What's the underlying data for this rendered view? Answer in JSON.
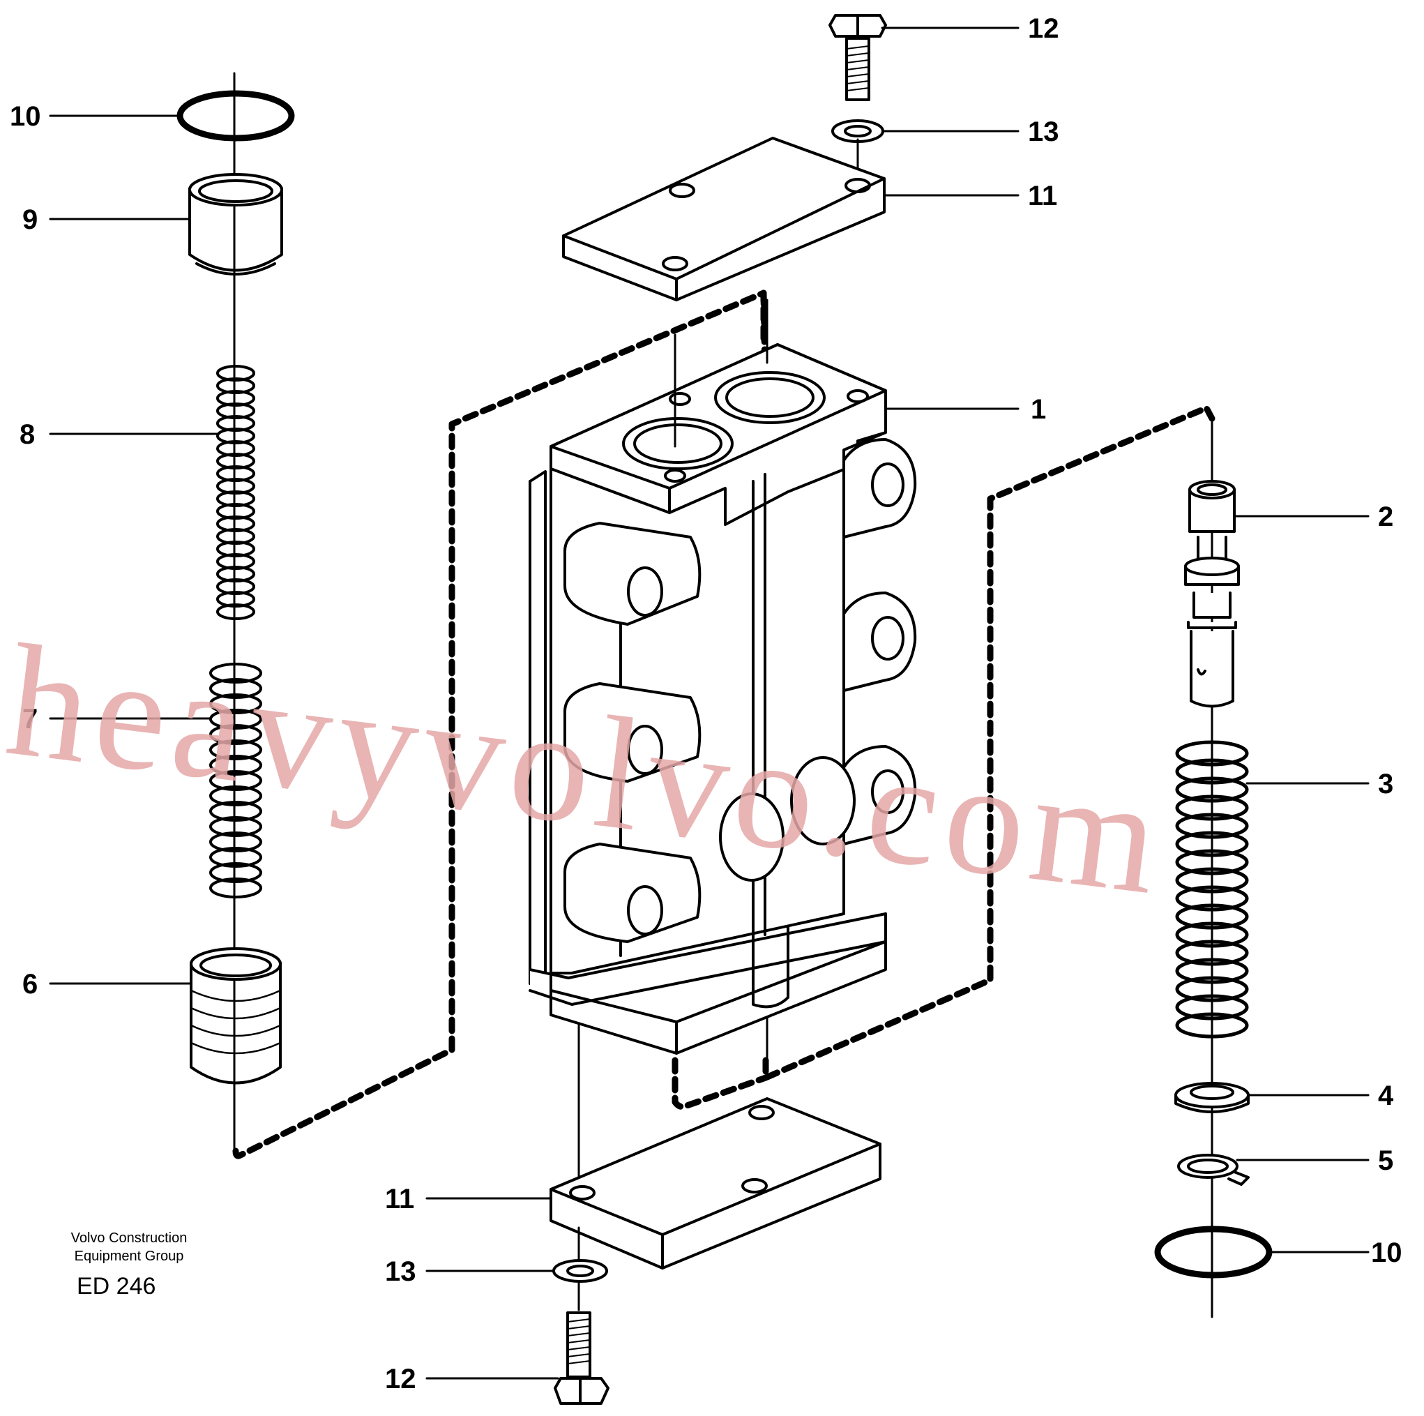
{
  "diagram": {
    "callouts": [
      {
        "id": "c-1",
        "label": "1"
      },
      {
        "id": "c-2",
        "label": "2"
      },
      {
        "id": "c-3",
        "label": "3"
      },
      {
        "id": "c-4",
        "label": "4"
      },
      {
        "id": "c-5",
        "label": "5"
      },
      {
        "id": "c-6",
        "label": "6"
      },
      {
        "id": "c-7",
        "label": "7"
      },
      {
        "id": "c-8",
        "label": "8"
      },
      {
        "id": "c-9",
        "label": "9"
      },
      {
        "id": "c-10a",
        "label": "10"
      },
      {
        "id": "c-10b",
        "label": "10"
      },
      {
        "id": "c-11a",
        "label": "11"
      },
      {
        "id": "c-11b",
        "label": "11"
      },
      {
        "id": "c-12a",
        "label": "12"
      },
      {
        "id": "c-12b",
        "label": "12"
      },
      {
        "id": "c-13a",
        "label": "13"
      },
      {
        "id": "c-13b",
        "label": "13"
      }
    ],
    "caption": {
      "line1": "Volvo Construction",
      "line2": "Equipment Group",
      "code": "ED 246"
    },
    "watermark": "heavyvolvo.com"
  }
}
